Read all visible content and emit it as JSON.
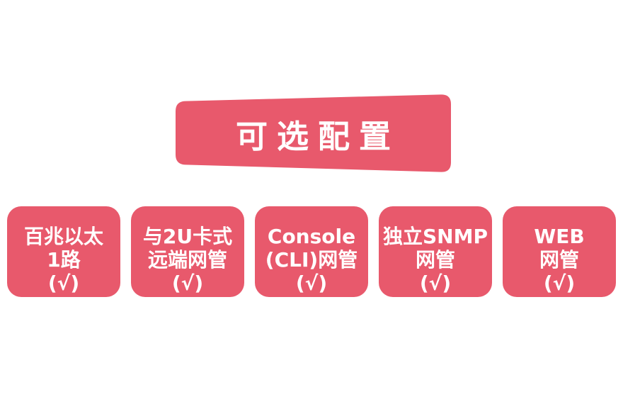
{
  "colors": {
    "accent": "#e8596c",
    "background": "#ffffff",
    "text_on_accent": "#ffffff"
  },
  "banner": {
    "title": "可选配置"
  },
  "cards": [
    {
      "id": "fast-ethernet",
      "lines": [
        "百兆以太",
        "1路",
        "(√)"
      ]
    },
    {
      "id": "2u-card-nms",
      "lines": [
        "与2U卡式",
        "远端网管",
        "(√)"
      ]
    },
    {
      "id": "console-cli",
      "lines": [
        "Console",
        "(CLI)网管",
        "(√)"
      ]
    },
    {
      "id": "snmp-nms",
      "lines": [
        "独立SNMP",
        "网管",
        "(√)"
      ]
    },
    {
      "id": "web-nms",
      "lines": [
        "WEB",
        "网管",
        "(√)"
      ]
    }
  ]
}
